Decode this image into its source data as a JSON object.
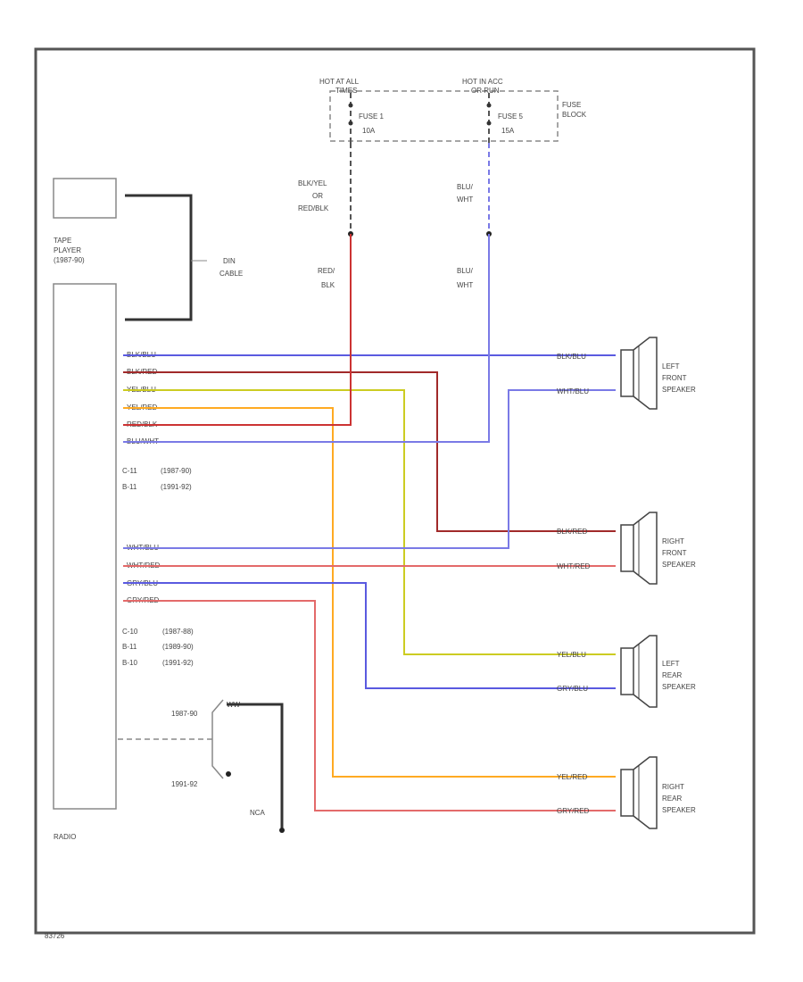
{
  "colors": {
    "red": "#cc3333",
    "blue": "#3a3ad8",
    "darkred": "#a12a2a",
    "yellow": "#cccc22",
    "orange": "#ffaa22",
    "pink": "#e36a6a",
    "olive": "#a0a040",
    "lightblue": "#7a7ae6",
    "black": "#222222",
    "gray": "#888888"
  },
  "fuse_block": {
    "hot1": "HOT AT ALL",
    "hot1b": "TIMES",
    "hot2": "HOT IN ACC",
    "hot2b": "OR RUN",
    "fuse1": "FUSE 1",
    "fuse1_amp": "10A",
    "fuse2": "FUSE 5",
    "fuse2_amp": "15A",
    "label1": "FUSE",
    "label2": "BLOCK"
  },
  "wires_upper": {
    "left1": "BLK/YEL",
    "left2": "OR",
    "left3": "RED/BLK",
    "right1": "BLU/",
    "right2": "WHT"
  },
  "wires_lower": {
    "left1": "RED/",
    "left2": "BLK",
    "right1": "BLU/",
    "right2": "WHT"
  },
  "tape_player": {
    "l1": "TAPE",
    "l2": "PLAYER",
    "l3": "(1987-90)"
  },
  "din_cable": {
    "l1": "DIN",
    "l2": "CABLE"
  },
  "radio": {
    "label": "RADIO",
    "wires": [
      "BLK/BLU",
      "BLK/RED",
      "YEL/BLU",
      "YEL/RED",
      "RED/BLK",
      "BLU/WHT"
    ],
    "conn1": [
      [
        "C-11",
        "(1987-90)"
      ],
      [
        "B-11",
        "(1991-92)"
      ]
    ],
    "wires2": [
      "WHT/BLU",
      "WHT/RED",
      "GRY/BLU",
      "GRY/RED"
    ],
    "conn2": [
      [
        "C-10",
        "(1987-88)"
      ],
      [
        "B-11",
        "(1989-90)"
      ],
      [
        "B-10",
        "(1991-92)"
      ]
    ]
  },
  "speakers": {
    "lf": {
      "w1": "BLK/BLU",
      "w2": "WHT/BLU",
      "n1": "LEFT",
      "n2": "FRONT",
      "n3": "SPEAKER"
    },
    "rf": {
      "w1": "BLK/RED",
      "w2": "WHT/RED",
      "n1": "RIGHT",
      "n2": "FRONT",
      "n3": "SPEAKER"
    },
    "lr": {
      "w1": "YEL/BLU",
      "w2": "GRY/BLU",
      "n1": "LEFT",
      "n2": "REAR",
      "n3": "SPEAKER"
    },
    "rr": {
      "w1": "YEL/RED",
      "w2": "GRY/RED",
      "n1": "RIGHT",
      "n2": "REAR",
      "n3": "SPEAKER"
    }
  },
  "ground": {
    "y1": "1987-90",
    "y2": "1991-92",
    "tag": "WW",
    "nca": "NCA"
  },
  "footer": "83726"
}
